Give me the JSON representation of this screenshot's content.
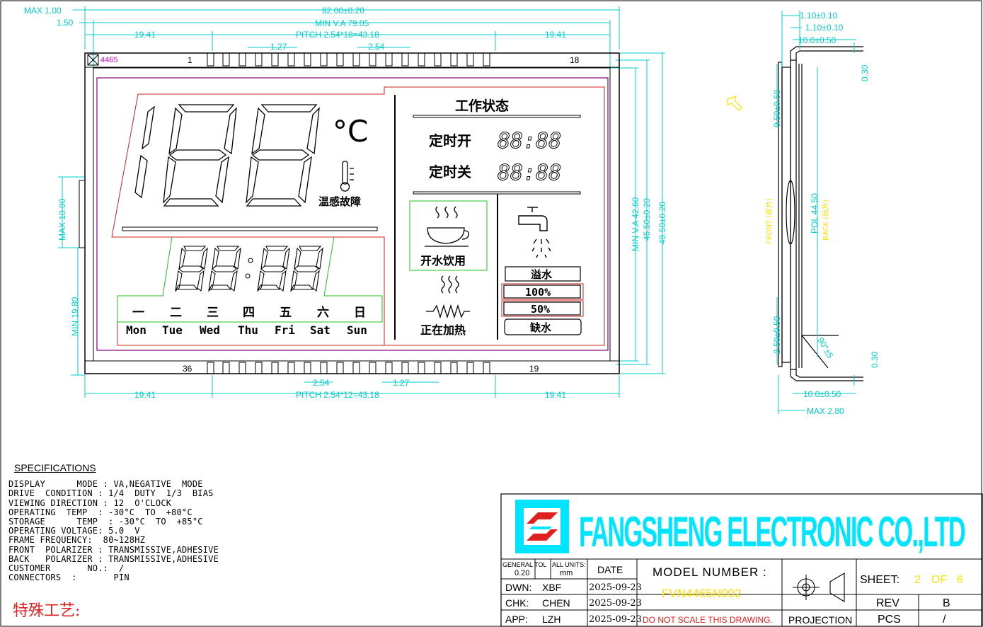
{
  "dims": {
    "max_1_00": "MAX 1.00",
    "v1_50": "1.50",
    "w82": "82.00±0.20",
    "minva": "MIN V.A 79.05",
    "pitch_top": "PITCH 2.54*18=43.18",
    "d19_41": "19.41",
    "d1_27": "1.27",
    "d2_54": "2.54",
    "pitch_bot": "PITCH 2.54*12=43.18",
    "max10": "MAX 10.00",
    "min19_8": "MIN 19.80",
    "minva42": "MIN V.A 42.60",
    "h45_5": "45.50±0.20",
    "h49_5": "49.50±0.20",
    "s1_10a": "1.10±0.10",
    "s1_10b": "1.10±0.10",
    "s10a": "10.0±0.50",
    "s10b": "10.0±0.50",
    "s0_30a": "0.30",
    "s0_30b": "0.30",
    "s0_50": "0.50±0.50",
    "s2_50": "2.50±0.50",
    "pol": "POL 44.50",
    "deg": "90°±5",
    "max2_8": "MAX 2.80",
    "front": "FRONT (前片)",
    "back": "BACK (后片)"
  },
  "lcd": {
    "code": "4465",
    "pin1": "1",
    "pin18": "18",
    "pin36": "36",
    "pin19": "19",
    "celsius": "°C",
    "digits_big": "188",
    "temp_fault": "温感故障",
    "clock": "88:88",
    "weekdays_cn": [
      "一",
      "二",
      "三",
      "四",
      "五",
      "六",
      "日"
    ],
    "weekdays_en": [
      "Mon",
      "Tue",
      "Wed",
      "Thu",
      "Fri",
      "Sat",
      "Sun"
    ],
    "status_title": "工作状态",
    "timer_on": "定时开",
    "timer_off": "定时关",
    "timer_on_val": "88:88",
    "timer_off_val": "88:88",
    "boiled": "开水饮用",
    "heating": "正在加热",
    "overflow": "溢水",
    "p100": "100%",
    "p50": "50%",
    "shortage": "缺水"
  },
  "specs": {
    "title": "SPECIFICATIONS",
    "rows": [
      "DISPLAY      MODE : VA,NEGATIVE  MODE",
      "DRIVE  CONDITION : 1/4  DUTY  1/3  BIAS",
      "VIEWING DIRECTION : 12  O'CLOCK",
      "OPERATING  TEMP  : -30°C  TO  +80°C",
      "STORAGE      TEMP  : -30°C  TO  +85°C",
      "OPERATING VOLTAGE: 5.0  V",
      "FRAME FREQUENCY:  80~128HZ",
      "FRONT  POLARIZER : TRANSMISSIVE,ADHESIVE",
      "BACK   POLARIZER : TRANSMISSIVE,ADHESIVE",
      "CUSTOMER       NO.:  /",
      "CONNECTORS  :       PIN"
    ],
    "special": "特殊工艺:"
  },
  "title_block": {
    "company": "FANGSHENG ELECTRONIC CO.,LTD",
    "general_tol": "GENERAL TOL",
    "tol_val": "0.20",
    "all_units": "ALL UNITS:",
    "units": "mm",
    "date_hdr": "DATE",
    "model_hdr": "MODEL  NUMBER  :",
    "model": "FVN4465N002",
    "dwn": "DWN:",
    "dwn_name": "XBF",
    "dwn_date": "2025-09-23",
    "chk": "CHK:",
    "chk_name": "CHEN",
    "chk_date": "2025-09-23",
    "app": "APP:",
    "app_name": "LZH",
    "app_date": "2025-09-23",
    "noscale": "DO  NOT  SCALE  THIS  DRAWING.",
    "projection": "PROJECTION",
    "sheet": "SHEET:",
    "sheet_num": "2",
    "sheet_of": "OF",
    "sheet_total": "6",
    "rev": "REV",
    "rev_val": "B",
    "pcs": "PCS",
    "pcs_val": "/"
  },
  "colors": {
    "dim": "#00cccc",
    "lcd_border": "#800080",
    "seg_red": "#cc2020",
    "seg_green": "#20c020",
    "yellow": "#ffe000",
    "brand": "#00e5ff"
  }
}
